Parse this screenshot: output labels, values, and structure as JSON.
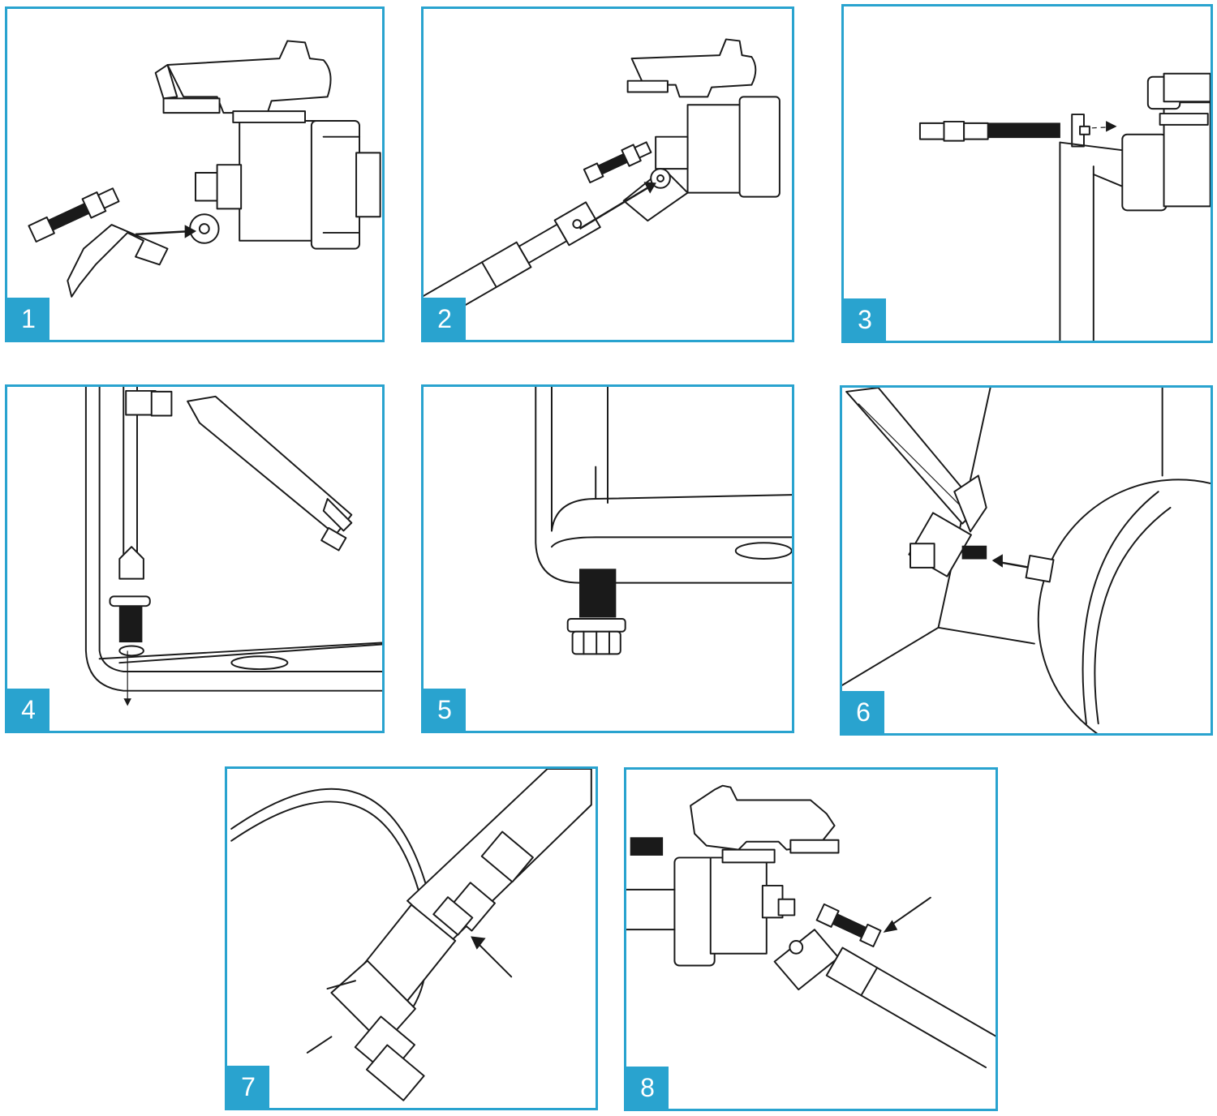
{
  "accent_color": "#29a3cf",
  "steps": [
    {
      "number": "1",
      "icon": "attach-float-arm-to-valve"
    },
    {
      "number": "2",
      "icon": "insert-arm-into-valve-pivot"
    },
    {
      "number": "3",
      "icon": "thread-rod-into-valve"
    },
    {
      "number": "4",
      "icon": "insert-valve-through-cistern-hole"
    },
    {
      "number": "5",
      "icon": "fit-washer-and-backnut-under-cistern"
    },
    {
      "number": "6",
      "icon": "screw-float-ball-onto-arm"
    },
    {
      "number": "7",
      "icon": "set-arm-lock-clip"
    },
    {
      "number": "8",
      "icon": "tighten-adjustment-screw"
    }
  ]
}
